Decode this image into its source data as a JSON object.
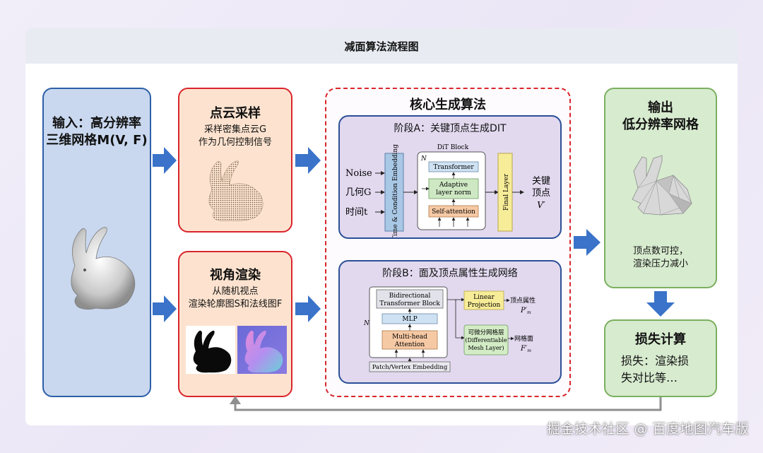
{
  "header": {
    "title": "减面算法流程图"
  },
  "input": {
    "line1": "输入：高分辨率",
    "line2": "三维网格M(V, F)"
  },
  "sampling": {
    "title": "点云采样",
    "line1": "采样密集点云G",
    "line2": "作为几何控制信号"
  },
  "render": {
    "title": "视角渲染",
    "line1": "从随机视点",
    "line2": "渲染轮廓图S和法线图F"
  },
  "core": {
    "title": "核心生成算法"
  },
  "stageA": {
    "title": "阶段A：关键顶点生成DIT",
    "inputs": [
      "Noise",
      "几何G",
      "时间t"
    ],
    "embedding": "Time & Condition Embedding",
    "block_label": "DiT Block",
    "n_label": "N",
    "transformer": "Transformer",
    "adaptive_line1": "Adaptive",
    "adaptive_line2": "layer norm",
    "self_attention": "Self-attention",
    "final_layer": "Final Layer",
    "out_line1": "关键",
    "out_line2": "顶点",
    "out_sym": "V′"
  },
  "stageB": {
    "title": "阶段B：面及顶点属性生成网络",
    "bidir_line1": "Bidirectional",
    "bidir_line2": "Transformer Block",
    "mlp": "MLP",
    "mha_line1": "Multi-head",
    "mha_line2": "Attention",
    "n_label": "N",
    "embedding": "Patch/Vertex Embedding",
    "linear_line1": "Linear",
    "linear_line2": "Projection",
    "mesh_line1": "可微分网格层",
    "mesh_line2": "(Differentiable",
    "mesh_line3": "Mesh Layer)",
    "out1": "顶点属性",
    "out1_sym": "P′",
    "out1_sub": "m",
    "out2": "网格面",
    "out2_sym": "F′",
    "out2_sub": "m"
  },
  "output": {
    "title_line1": "输出",
    "title_line2": "低分辨率网格",
    "line1": "顶点数可控，",
    "line2": "渲染压力减小"
  },
  "loss": {
    "title": "损失计算",
    "line1": "损失：渲染损",
    "line2": "失对比等…"
  },
  "watermark": "掘金技术社区 @ 百度地图汽车版",
  "colors": {
    "blue_arrow": "#3a73c9",
    "red_border": "#d9262c",
    "blue_border": "#2d5fa8",
    "green_border": "#7ab05f"
  }
}
